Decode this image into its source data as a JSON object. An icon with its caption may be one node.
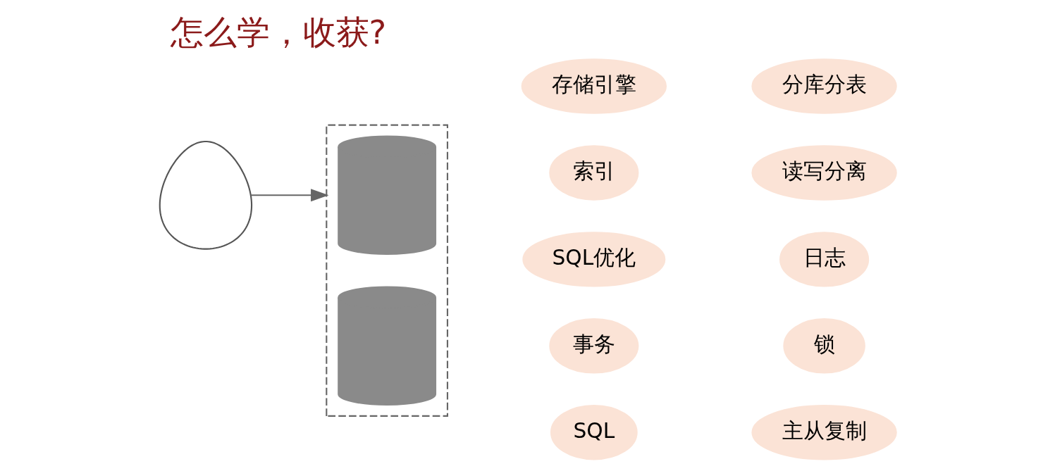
{
  "diagram": {
    "title": "怎么学，收获?",
    "nodes": [
      {
        "text": [],
        "shape": "person"
      },
      {
        "text": [],
        "shape": "box"
      },
      {
        "text": [],
        "shape": "cylinder",
        "in": 1
      },
      {
        "text": [],
        "shape": "cylinder",
        "in": 1
      },
      {
        "text": [
          "存储引擎"
        ]
      },
      {
        "text": [
          "事务"
        ]
      },
      {
        "text": [
          "索引"
        ]
      },
      {
        "text": [
          "SQL"
        ]
      },
      {
        "text": [
          "SQL优化"
        ]
      },
      {
        "text": [
          "分库分表"
        ]
      },
      {
        "text": [
          "锁"
        ]
      },
      {
        "text": [
          "读写分离"
        ]
      },
      {
        "text": [
          "主从复制"
        ]
      },
      {
        "text": [
          "日志"
        ]
      }
    ],
    "edges": [
      {
        "from": 0,
        "to": 1,
        "arrow": "to"
      }
    ]
  }
}
